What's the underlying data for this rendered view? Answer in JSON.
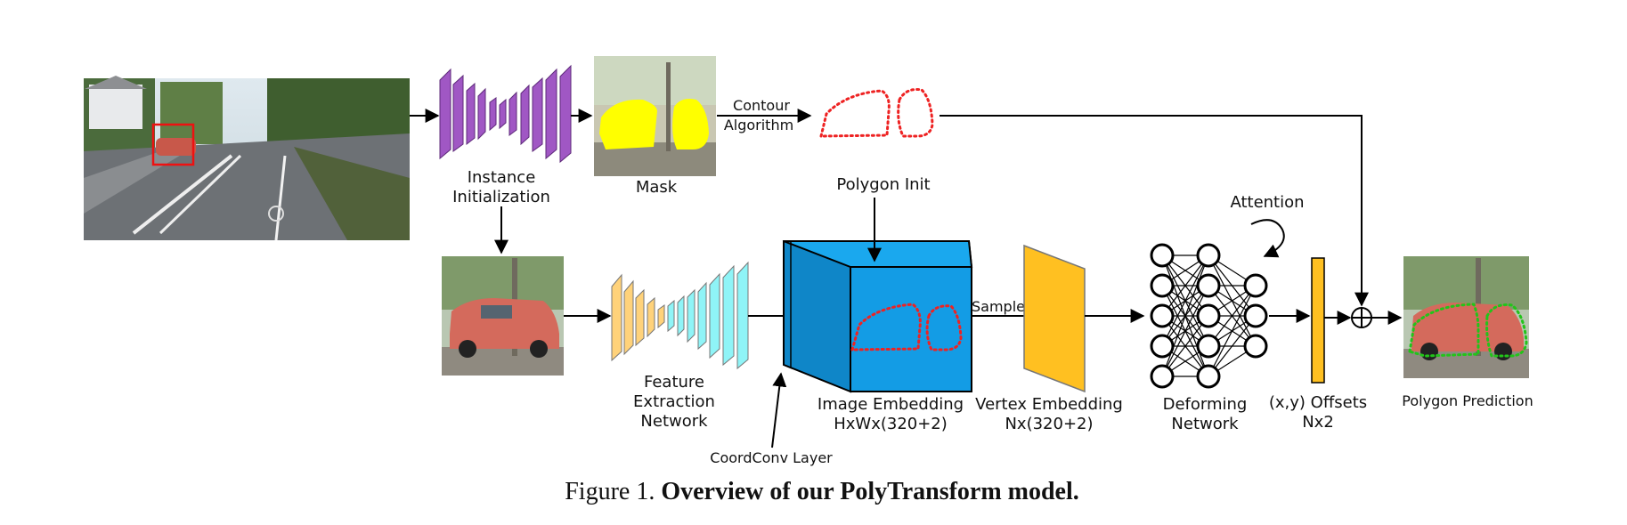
{
  "colors": {
    "instance_net": "#a057c4",
    "feature_net": "#ffd27a",
    "feature_net_2": "#8ff4f7",
    "image_embedding": "#139ce5",
    "vertex_embedding": "#ffc021",
    "offsets_bar": "#ffc021",
    "polygon_red": "#ee2222",
    "polygon_green": "#22c41a",
    "mask_yellow": "#ffff00",
    "arrow": "#000000"
  },
  "labels": {
    "instance_initialization_1": "Instance",
    "instance_initialization_2": "Initialization",
    "mask": "Mask",
    "contour_algorithm_1": "Contour",
    "contour_algorithm_2": "Algorithm",
    "polygon_init": "Polygon Init",
    "feature_extraction_1": "Feature",
    "feature_extraction_2": "Extraction",
    "feature_extraction_3": "Network",
    "image_embedding_1": "Image Embedding",
    "image_embedding_2": "HxWx(320+2)",
    "sample": "Sample",
    "vertex_embedding_1": "Vertex Embedding",
    "vertex_embedding_2": "Nx(320+2)",
    "attention": "Attention",
    "deforming_network_1": "Deforming",
    "deforming_network_2": "Network",
    "offsets_1": "(x,y) Offsets",
    "offsets_2": "Nx2",
    "polygon_prediction": "Polygon Prediction",
    "coordconv_layer": "CoordConv Layer"
  },
  "caption": {
    "prefix": "Figure 1. ",
    "title": "Overview of our PolyTransform model."
  }
}
